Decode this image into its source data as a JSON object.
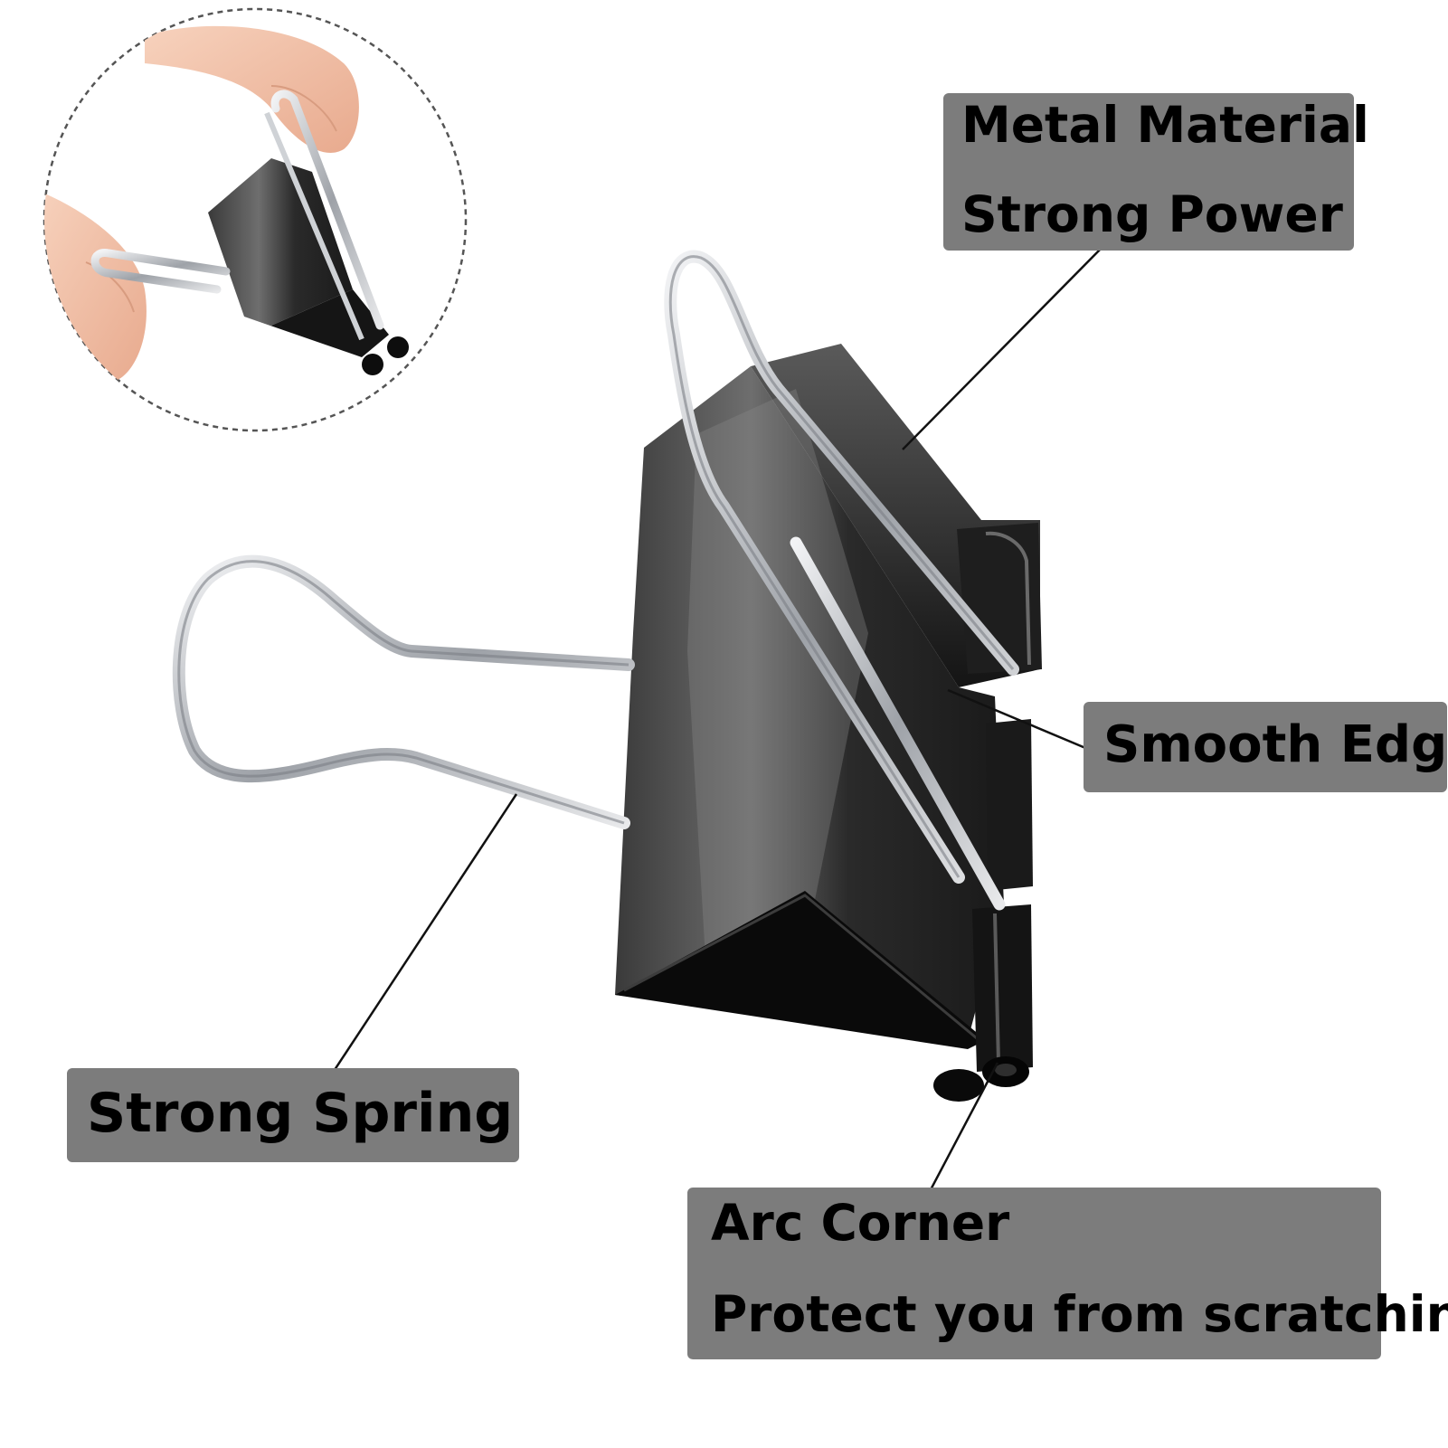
{
  "callouts": {
    "metal_material": {
      "line1": "Metal Material",
      "line2": "Strong Power"
    },
    "smooth_edge": {
      "line1": "Smooth Edge"
    },
    "strong_spring": {
      "line1": "Strong Spring"
    },
    "arc_corner": {
      "line1": "Arc Corner",
      "line2": "Protect you from scratching"
    }
  },
  "colors": {
    "background": "#ffffff",
    "label_box": "#7c7c7c",
    "label_text": "#000000",
    "clip_metal": "#2b2b2b",
    "wire": "#c9ccd1",
    "skin": "#f3c6ad"
  },
  "icons": {
    "binder_clip": "binder-clip-illustration",
    "inset": "hand-squeezing-clip-inset"
  }
}
